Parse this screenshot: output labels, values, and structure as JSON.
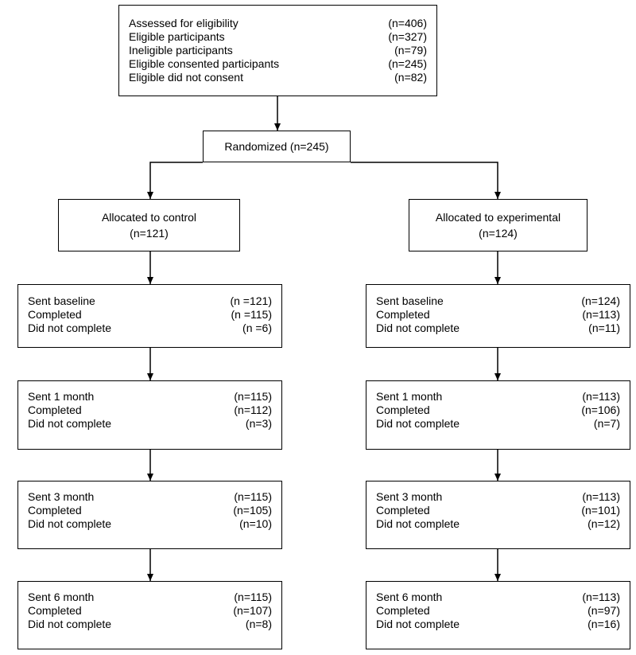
{
  "eligibility": {
    "rows": [
      {
        "label": "Assessed for eligibility",
        "value": "(n=406)"
      },
      {
        "label": "Eligible participants",
        "value": "(n=327)"
      },
      {
        "label": "Ineligible participants",
        "value": "(n=79)"
      },
      {
        "label": "Eligible consented participants",
        "value": "(n=245)"
      },
      {
        "label": "Eligible did not consent",
        "value": "(n=82)"
      }
    ]
  },
  "randomized": {
    "label": "Randomized (n=245)"
  },
  "control": {
    "allocated": {
      "line1": "Allocated to control",
      "line2": "(n=121)"
    },
    "stages": [
      {
        "rows": [
          {
            "label": "Sent baseline",
            "value": "(n =121)"
          },
          {
            "label": "Completed",
            "value": "(n =115)"
          },
          {
            "label": "Did not complete",
            "value": "(n =6)"
          }
        ]
      },
      {
        "rows": [
          {
            "label": "Sent 1 month",
            "value": "(n=115)"
          },
          {
            "label": "Completed",
            "value": "(n=112)"
          },
          {
            "label": "Did not complete",
            "value": "(n=3)"
          }
        ]
      },
      {
        "rows": [
          {
            "label": "Sent 3 month",
            "value": "(n=115)"
          },
          {
            "label": "Completed",
            "value": "(n=105)"
          },
          {
            "label": "Did not complete",
            "value": "(n=10)"
          }
        ]
      },
      {
        "rows": [
          {
            "label": "Sent 6 month",
            "value": "(n=115)"
          },
          {
            "label": "Completed",
            "value": "(n=107)"
          },
          {
            "label": "Did not complete",
            "value": "(n=8)"
          }
        ]
      }
    ]
  },
  "experimental": {
    "allocated": {
      "line1": "Allocated to experimental",
      "line2": "(n=124)"
    },
    "stages": [
      {
        "rows": [
          {
            "label": "Sent baseline",
            "value": "(n=124)"
          },
          {
            "label": "Completed",
            "value": "(n=113)"
          },
          {
            "label": "Did not complete",
            "value": "(n=11)"
          }
        ]
      },
      {
        "rows": [
          {
            "label": "Sent 1 month",
            "value": "(n=113)"
          },
          {
            "label": "Completed",
            "value": "(n=106)"
          },
          {
            "label": "Did not complete",
            "value": "(n=7)"
          }
        ]
      },
      {
        "rows": [
          {
            "label": "Sent 3 month",
            "value": "(n=113)"
          },
          {
            "label": "Completed",
            "value": "(n=101)"
          },
          {
            "label": "Did not complete",
            "value": "(n=12)"
          }
        ]
      },
      {
        "rows": [
          {
            "label": "Sent 6 month",
            "value": "(n=113)"
          },
          {
            "label": "Completed",
            "value": "(n=97)"
          },
          {
            "label": "Did not complete",
            "value": "(n=16)"
          }
        ]
      }
    ]
  }
}
